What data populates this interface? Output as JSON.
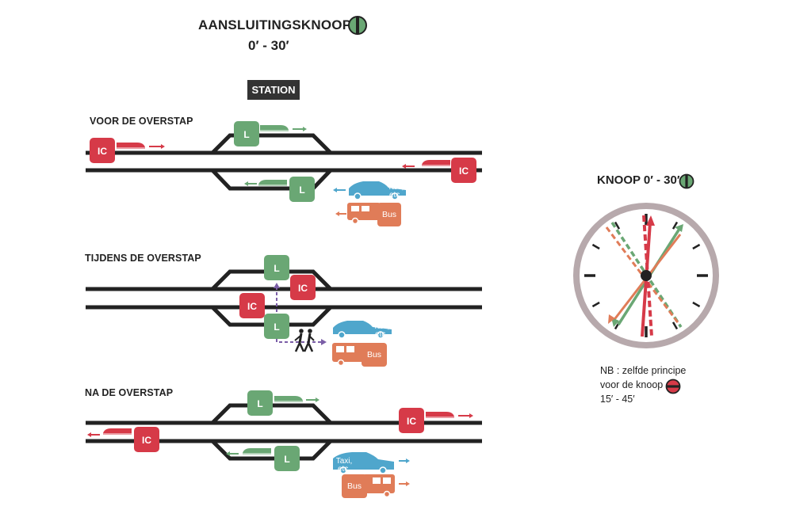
{
  "header": {
    "title": "AANSLUITINGSKNOOP",
    "subtitle": "0′ - 30′",
    "station_label": "STATION"
  },
  "sections": [
    {
      "label": "VOOR DE OVERSTAP"
    },
    {
      "label": "TIJDENS DE OVERSTAP"
    },
    {
      "label": "NA DE OVERSTAP"
    }
  ],
  "vehicles": {
    "ic": "IC",
    "local": "L",
    "taxi_line1": "Taxi,",
    "taxi_line2": "etc.",
    "bus": "Bus"
  },
  "clock": {
    "label": "KNOOP 0′ - 30′"
  },
  "note": {
    "line1": "NB : zelfde principe",
    "line2": "voor de knoop",
    "line3": "15′ - 45′"
  },
  "colors": {
    "ic": "#d63a48",
    "local": "#6aa774",
    "taxi": "#4fa6cc",
    "bus": "#e07c58",
    "track": "#222222",
    "walk": "#7b5ea7",
    "clock_ring": "#b7a9ac"
  },
  "icons": {
    "green_node_badge": "half-circle-badge-green",
    "red_node_badge": "half-circle-badge-red",
    "pedestrians": "walking-people-icon",
    "taxi": "car-icon",
    "bus": "bus-icon",
    "train": "train-icon"
  }
}
